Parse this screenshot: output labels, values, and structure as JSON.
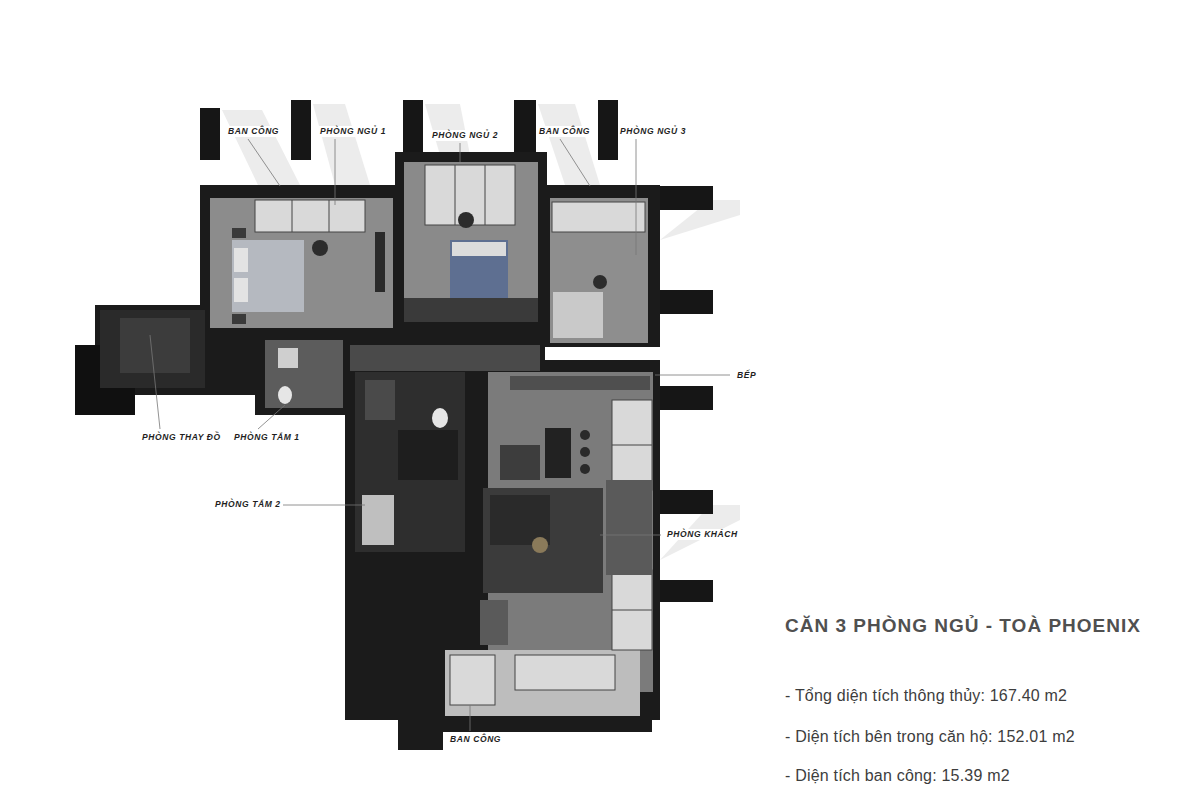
{
  "diagram": {
    "title": "CĂN 3 PHÒNG NGỦ - TOÀ PHOENIX",
    "labels": [
      "BAN CÔNG",
      "PHÒNG NGỦ 1",
      "PHÒNG NGỦ 2",
      "BAN CÔNG",
      "PHÒNG NGỦ 3",
      "BẾP",
      "PHÒNG THAY ĐỒ",
      "PHÒNG TẮM 1",
      "PHÒNG TẮM 2",
      "PHÒNG KHÁCH",
      "BAN CÔNG",
      "- Tổng diện tích thông thủy: 167.40 m2",
      "- Diện tích bên trong căn hộ: 152.01 m2",
      "- Diện tích ban công: 15.39 m2"
    ]
  }
}
